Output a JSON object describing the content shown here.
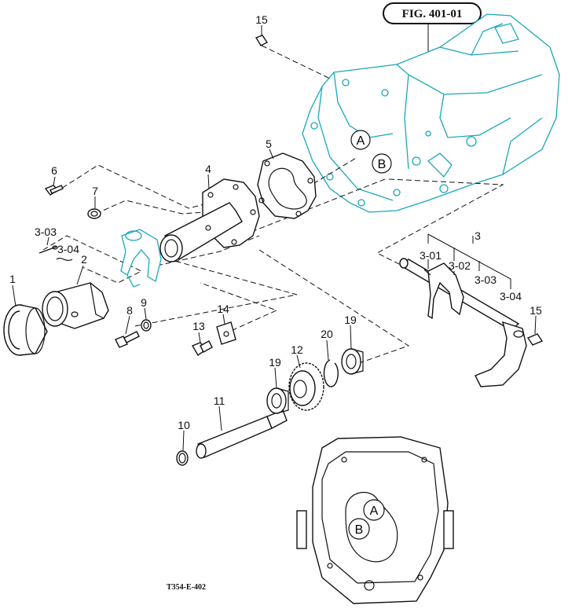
{
  "figure": {
    "title": "FIG. 401-01",
    "code": "T354-E-402"
  },
  "callouts": {
    "p1": "1",
    "p2": "2",
    "p3": "3",
    "p3_01": "3-01",
    "p3_02": "3-02",
    "p3_03": "3-03",
    "p3_04": "3-04",
    "p3_03_left": "3-03",
    "p3_04_left": "3-04",
    "p4": "4",
    "p5": "5",
    "p6": "6",
    "p7": "7",
    "p8": "8",
    "p9": "9",
    "p10": "10",
    "p11": "11",
    "p12": "12",
    "p13": "13",
    "p14": "14",
    "p15_top": "15",
    "p15_right": "15",
    "p19_upper": "19",
    "p19_lower": "19",
    "p20": "20"
  },
  "refs": {
    "a_top": "A",
    "b_top": "B",
    "a_bottom": "A",
    "b_bottom": "B"
  },
  "colors": {
    "line": "#111111",
    "housing": "#1aa8b8"
  }
}
